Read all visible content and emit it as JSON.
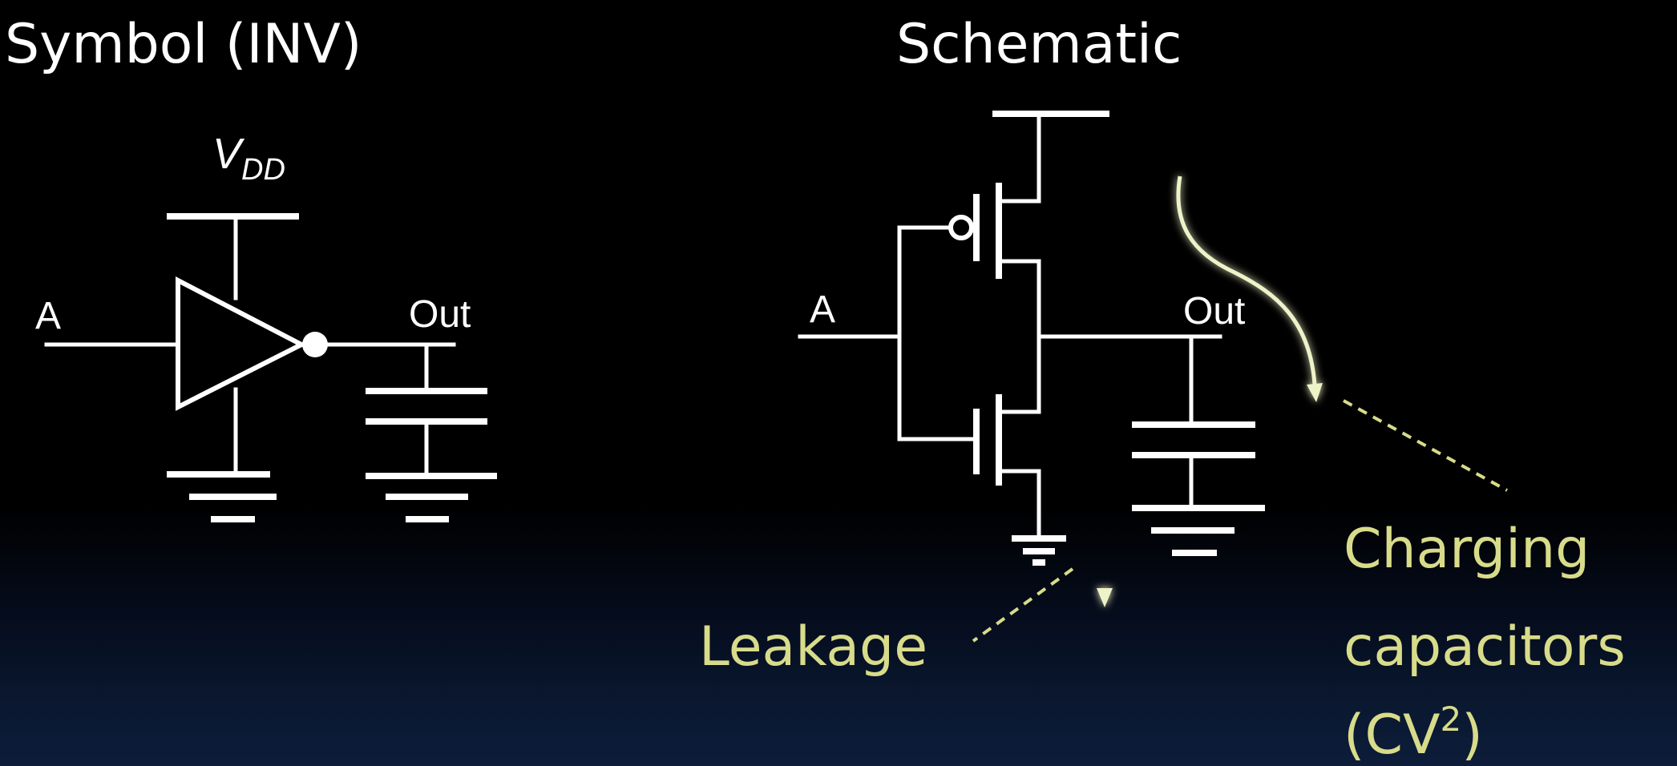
{
  "symbol_panel": {
    "title": "Symbol (INV)",
    "vdd_label_main": "V",
    "vdd_label_sub": "DD",
    "input_label": "A",
    "output_label": "Out"
  },
  "schematic_panel": {
    "title": "Schematic",
    "input_label": "A",
    "output_label": "Out"
  },
  "annotations": {
    "leakage": "Leakage",
    "charging_line1": "Charging",
    "charging_line2": "capacitors",
    "charging_line3_main": "(CV",
    "charging_line3_sup": "2",
    "charging_line3_end": ")"
  },
  "colors": {
    "background": "#000000",
    "foreground": "#ffffff",
    "annotation": "#d8dc8a"
  }
}
